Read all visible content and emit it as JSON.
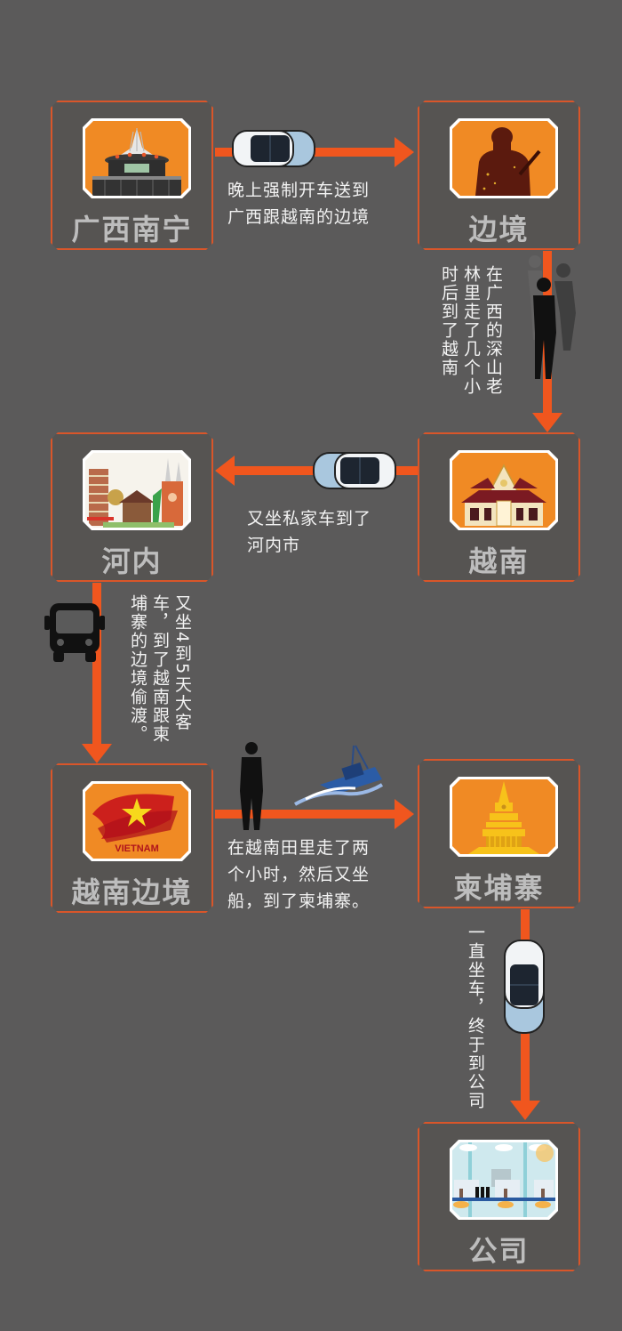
{
  "colors": {
    "background": "#5b5a5a",
    "accent": "#f0561e",
    "box_border": "#d9562a",
    "label_text": "#bdbdbd",
    "caption_text": "#f2f2f2",
    "picture_bg": "#f08a24"
  },
  "nodes": [
    {
      "id": "nanning",
      "label": "广西南宁",
      "icon": "nanning-stadium-icon"
    },
    {
      "id": "border",
      "label": "边境",
      "icon": "soldier-silhouette-icon"
    },
    {
      "id": "vietnam",
      "label": "越南",
      "icon": "vietnamese-temple-icon"
    },
    {
      "id": "hanoi",
      "label": "河内",
      "icon": "hanoi-landmarks-icon"
    },
    {
      "id": "vietnam_border",
      "label": "越南边境",
      "icon": "vietnam-flag-icon",
      "flag_text": "VIETNAM"
    },
    {
      "id": "cambodia",
      "label": "柬埔寨",
      "icon": "pagoda-stupa-icon"
    },
    {
      "id": "company",
      "label": "公司",
      "icon": "office-interior-icon"
    }
  ],
  "steps": [
    {
      "from": "nanning",
      "to": "border",
      "icon": "car-icon",
      "caption_lines": [
        "晚上强制开车送到",
        "广西跟越南的边境"
      ]
    },
    {
      "from": "border",
      "to": "vietnam",
      "icon": "walking-people-icon",
      "caption_columns": [
        "在广西的深山老",
        "林里走了几个小",
        "时后到了越南"
      ]
    },
    {
      "from": "vietnam",
      "to": "hanoi",
      "icon": "car-icon",
      "caption_lines": [
        "又坐私家车到了",
        "河内市"
      ]
    },
    {
      "from": "hanoi",
      "to": "vietnam_border",
      "icon": "bus-icon",
      "caption_columns": [
        "又坐4到5天大客",
        "车，到了越南跟柬",
        "埔寨的边境偷渡。"
      ]
    },
    {
      "from": "vietnam_border",
      "to": "cambodia",
      "icon": "walking-person-and-boat-icon",
      "caption_lines": [
        "在越南田里走了两",
        "个小时，然后又坐",
        "船，到了柬埔寨。"
      ]
    },
    {
      "from": "cambodia",
      "to": "company",
      "icon": "car-icon",
      "caption_columns": [
        "一直坐车，终于到公司"
      ]
    }
  ]
}
